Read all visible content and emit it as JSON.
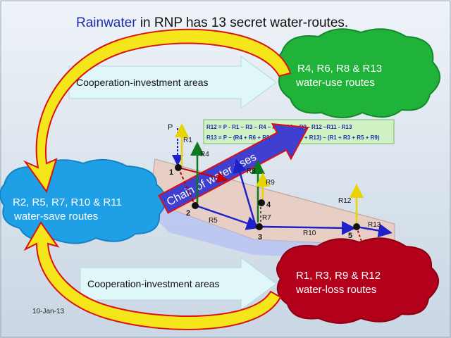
{
  "title": {
    "highlight": "Rainwater",
    "rest": " in RNP has 13 secret water-routes."
  },
  "clouds": {
    "use": {
      "line1": "R4, R6, R8 & R13",
      "line2": "water-use routes",
      "color": "#1fb33a"
    },
    "save": {
      "line1": "R2, R5, R7, R10 & R11",
      "line2": "water-save routes",
      "color": "#1fa0e6"
    },
    "loss": {
      "line1": "R1, R3, R9 & R12",
      "line2": "water-loss routes",
      "color": "#b3001b"
    }
  },
  "cooperation_top": "Cooperation-investment areas",
  "cooperation_bottom": "Cooperation-investment areas",
  "chain_label": "Chain of water uses",
  "equations": {
    "eq1": "R12 = P - R1 – R3 – R4 – R5 – R6 – R9 - R12 –R11 - R13",
    "eq2": "R13 = P – (R4 + R6 + R8 + R11 + R12 + R13) – (R1 + R3 + R5 + R9)"
  },
  "nodes": [
    "1",
    "2",
    "3",
    "4",
    "5"
  ],
  "labels": {
    "P": "P",
    "R1": "R1",
    "R4": "R4",
    "R5": "R5",
    "R7": "R7",
    "R8": "R8",
    "R9": "R9",
    "R10": "R10",
    "R12": "R12",
    "R13": "R13"
  },
  "date": "10-Jan-13",
  "colors": {
    "title_accent": "#1a2fb0",
    "arrow_yellow": "#f4e61a",
    "arrow_red": "#d8141e",
    "cooperation_fill": "#e0f7f9"
  }
}
